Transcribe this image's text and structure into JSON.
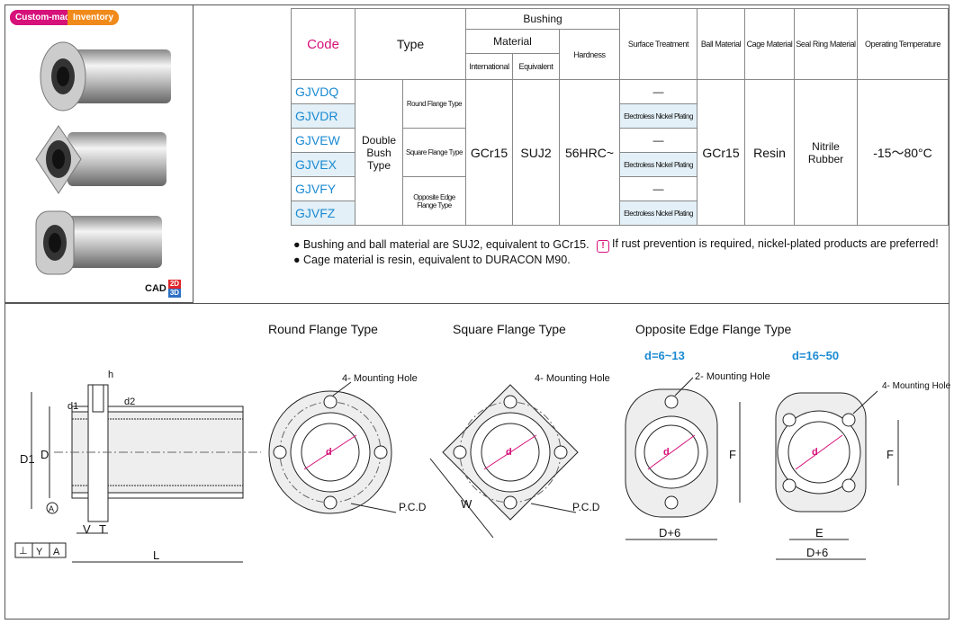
{
  "badges": {
    "custom": "Custom-made",
    "inventory": "Inventory"
  },
  "cad": {
    "label": "CAD",
    "d2": "2D",
    "d3": "3D"
  },
  "table": {
    "headers": {
      "code": "Code",
      "type": "Type",
      "bushing": "Bushing",
      "material": "Material",
      "international": "International",
      "equivalent": "Equivalent",
      "hardness": "Hardness",
      "surface": "Surface Treatment",
      "ball": "Ball Material",
      "cage": "Cage Material",
      "seal": "Seal Ring Material",
      "temp": "Operating Temperature"
    },
    "codes": [
      "GJVDQ",
      "GJVDR",
      "GJVEW",
      "GJVEX",
      "GJVFY",
      "GJVFZ"
    ],
    "type_main": "Double Bush Type",
    "flange_types": [
      "Round Flange Type",
      "Square Flange Type",
      "Opposite Edge Flange Type"
    ],
    "material_international": "GCr15",
    "material_equivalent": "SUJ2",
    "hardness": "56HRC~",
    "surface_none": "—",
    "surface_nickel": "Electroless Nickel Plating",
    "ball_material": "GCr15",
    "cage_material": "Resin",
    "seal_material": "Nitrile Rubber",
    "temperature": "-15～80°C"
  },
  "notes": [
    "Bushing and ball material are SUJ2, equivalent to GCr15.",
    "Cage material is resin, equivalent to DURACON M90."
  ],
  "warning": "If rust prevention is required, nickel-plated products are preferred!",
  "drawings": {
    "round_title": "Round Flange Type",
    "square_title": "Square Flange Type",
    "opposite_title": "Opposite Edge Flange Type",
    "d_small": "d=6~13",
    "d_large": "d=16~50",
    "mount4": "4- Mounting Hole",
    "mount2": "2- Mounting Hole",
    "pcd": "P.C.D",
    "d": "d",
    "F": "F",
    "W": "W",
    "E": "E",
    "D6": "D+6",
    "side": {
      "h": "h",
      "d1": "d1",
      "d2": "d2",
      "D1": "D1",
      "D": "D",
      "V": "V",
      "T": "T",
      "L": "L",
      "A": "A",
      "perp": "⊥",
      "Y": "Y"
    }
  }
}
